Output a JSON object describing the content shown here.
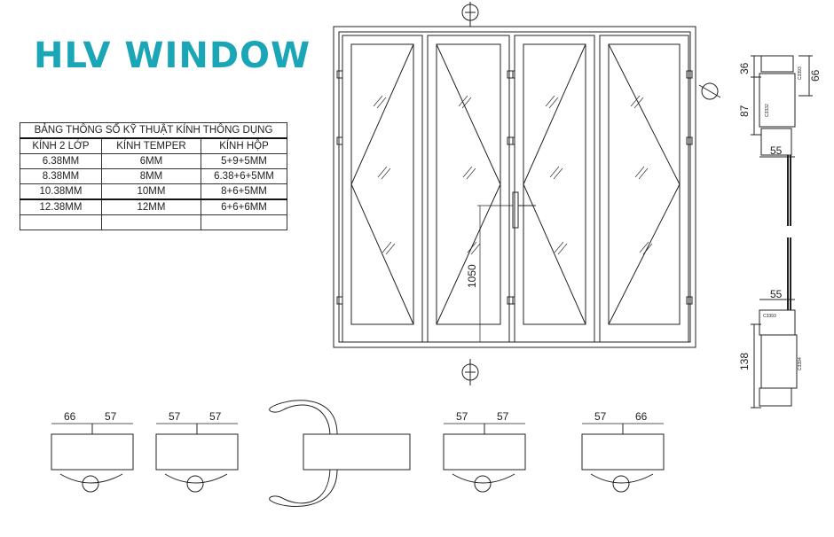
{
  "title": "HLV WINDOW",
  "table": {
    "caption": "BẢNG THÔNG SỐ KỸ THUẬT KÍNH  THÔNG DỤNG",
    "headers": [
      "KÍNH 2 LỚP",
      "KÍNH TEMPER",
      "KÍNH HỘP"
    ],
    "rows": [
      [
        "6.38MM",
        "6MM",
        "5+9+5MM"
      ],
      [
        "8.38MM",
        "8MM",
        "6.38+6+5MM"
      ],
      [
        "10.38MM",
        "10MM",
        "8+6+5MM"
      ],
      [
        "12.38MM",
        "12MM",
        "6+6+6MM"
      ],
      [
        "",
        "",
        ""
      ]
    ]
  },
  "drawing": {
    "handle_height": "1050",
    "section_top": {
      "d1": "36",
      "d2": "66",
      "d3": "87",
      "d4": "55"
    },
    "section_bottom": {
      "d1": "55",
      "d2": "138"
    },
    "profile_labels": [
      "C3393",
      "C3332",
      "C3393",
      "C3394"
    ],
    "bottom_sections": [
      {
        "left": "66",
        "right": "57"
      },
      {
        "left": "57",
        "right": "57"
      },
      {
        "left": "57",
        "right": "57"
      },
      {
        "left": "57",
        "right": "66"
      }
    ]
  }
}
